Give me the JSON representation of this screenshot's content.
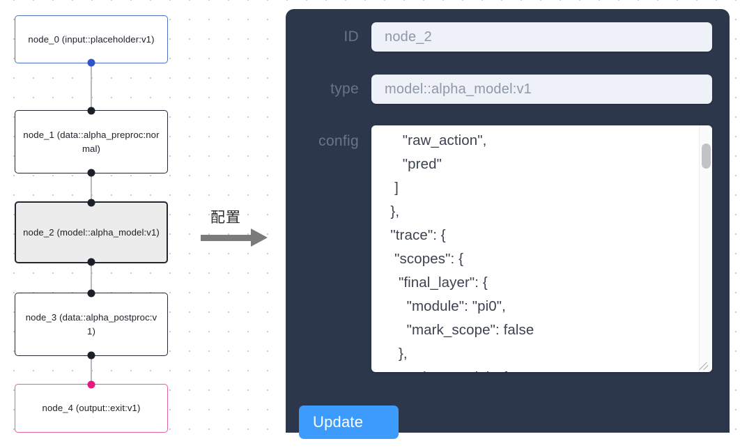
{
  "graph": {
    "nodes": [
      {
        "id": "node_0",
        "label": "node_0\n(input::placeholder:v1)",
        "kind": "input",
        "selected": false
      },
      {
        "id": "node_1",
        "label": "node_1\n(data::alpha_preproc:normal)",
        "kind": "default",
        "selected": false
      },
      {
        "id": "node_2",
        "label": "node_2\n(model::alpha_model:v1)",
        "kind": "default",
        "selected": true
      },
      {
        "id": "node_3",
        "label": "node_3\n(data::alpha_postproc:v1)",
        "kind": "default",
        "selected": false
      },
      {
        "id": "node_4",
        "label": "node_4\n(output::exit:v1)",
        "kind": "output",
        "selected": false
      }
    ],
    "edges": [
      {
        "from": "node_0",
        "to": "node_1"
      },
      {
        "from": "node_1",
        "to": "node_2"
      },
      {
        "from": "node_2",
        "to": "node_3"
      },
      {
        "from": "node_3",
        "to": "node_4"
      }
    ],
    "colors": {
      "input_border": "#4c6ec5",
      "output_border": "#e2619f",
      "default_border": "#22272f",
      "selected_fill": "#ececec",
      "input_handle": "#2f54c9",
      "output_handle": "#e8187f",
      "edge": "#b8b9bd"
    }
  },
  "annotation": {
    "caption": "配置",
    "arrow": "right-arrow"
  },
  "panel": {
    "background": "#2d374b",
    "fields": {
      "id": {
        "label": "ID",
        "value": "node_2"
      },
      "type": {
        "label": "type",
        "value": "model::alpha_model:v1"
      },
      "config": {
        "label": "config",
        "value": "      \"raw_action\",\n      \"pred\"\n    ]\n   },\n   \"trace\": {\n    \"scopes\": {\n     \"final_layer\": {\n       \"module\": \"pi0\",\n       \"mark_scope\": false\n     },\n     \"action_model\": {",
        "scroll_position": "near-top"
      }
    },
    "update_button": {
      "label": "Update",
      "color": "#3d9bfd"
    }
  }
}
